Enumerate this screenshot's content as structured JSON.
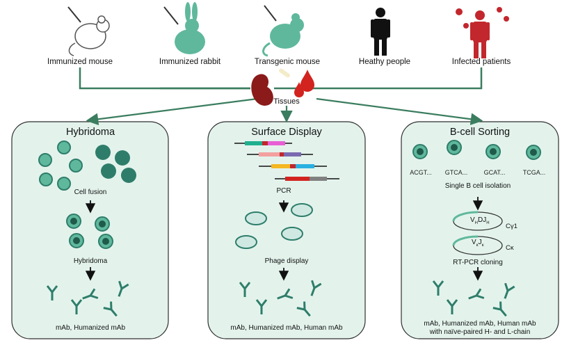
{
  "sources": [
    {
      "label": "Immunized mouse"
    },
    {
      "label": "Immunized rabbit"
    },
    {
      "label": "Transgenic mouse"
    },
    {
      "label": "Heathy people"
    },
    {
      "label": "Infected patients"
    }
  ],
  "tissues_label": "Tissues",
  "panels": {
    "hybridoma": {
      "title": "Hybridoma",
      "step1": "Cell fusion",
      "step2": "Hybridoma",
      "output": "mAb, Humanized mAb"
    },
    "surface": {
      "title": "Surface Display",
      "step1": "PCR",
      "step2": "Phage display",
      "output": "mAb, Humanized mAb, Human mAb"
    },
    "bcell": {
      "title": "B-cell Sorting",
      "seqs": [
        "ACGT...",
        "GTCA...",
        "GCAT...",
        "TCGA..."
      ],
      "step1": "Single B cell isolation",
      "vdj": "V",
      "vdj_sub1": "H",
      "vdj_mid": "DJ",
      "vdj_sub2": "H",
      "cgamma": "Cγ1",
      "vj": "V",
      "vj_sub1": "κ",
      "vj_mid": "J",
      "vj_sub2": "κ",
      "ckappa": "Cκ",
      "step2": "RT-PCR cloning",
      "output_line1": "mAb, Humanized mAb, Human mAb",
      "output_line2": "with naïve-paired H- and L-chain"
    }
  },
  "colors": {
    "panel_fill": "#e3f3ec",
    "panel_border": "#2f2f2f",
    "teal": "#2e7d6a",
    "teal_light": "#5fb89c",
    "arrow_green": "#3a7d5f",
    "blood_red": "#d2231f"
  }
}
